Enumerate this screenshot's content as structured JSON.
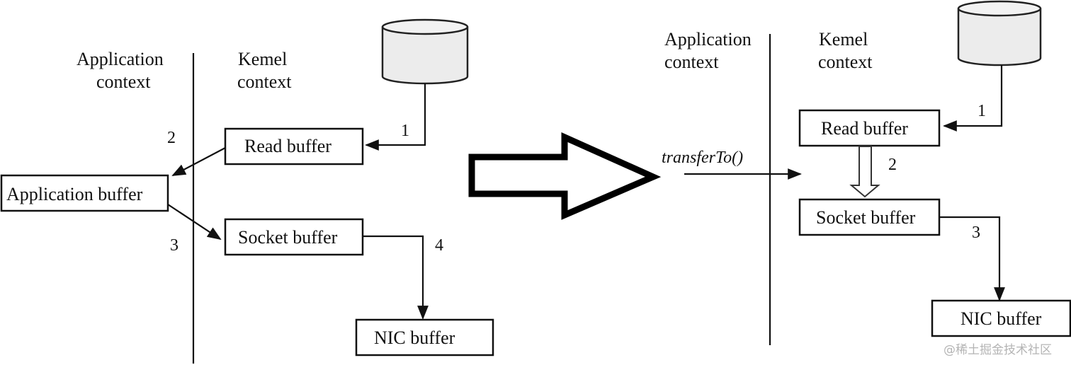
{
  "left_diagram": {
    "title_app": [
      "Application",
      "context"
    ],
    "title_kernel": [
      "Kemel",
      "context"
    ],
    "boxes": {
      "read_buffer": "Read buffer",
      "application_buffer": "Application buffer",
      "socket_buffer": "Socket buffer",
      "nic_buffer": "NIC buffer"
    },
    "steps": [
      "1",
      "2",
      "3",
      "4"
    ]
  },
  "transition_arrow": {
    "icon": "right-arrow-icon"
  },
  "right_diagram": {
    "title_app": [
      "Application",
      "context"
    ],
    "title_kernel": [
      "Kemel",
      "context"
    ],
    "call_label": "transferTo()",
    "boxes": {
      "read_buffer": "Read buffer",
      "socket_buffer": "Socket buffer",
      "nic_buffer": "NIC buffer"
    },
    "steps": [
      "1",
      "2",
      "3"
    ]
  },
  "watermark": "@稀土掘金技术社区"
}
